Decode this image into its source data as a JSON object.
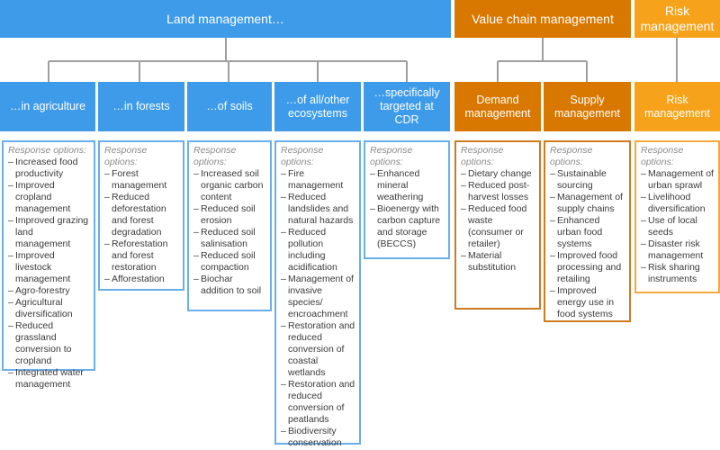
{
  "headers": {
    "land": "Land management…",
    "value_chain": "Value chain management",
    "risk": "Risk management"
  },
  "response_title": "Response options:",
  "columns": [
    {
      "label": "…in agriculture",
      "items": [
        "Increased food productivity",
        "Improved cropland management",
        "Improved grazing land management",
        "Improved livestock management",
        "Agro-forestry",
        "Agricultural diversification",
        "Reduced grassland conversion to cropland",
        "Integrated water management"
      ]
    },
    {
      "label": "…in forests",
      "items": [
        "Forest management",
        "Reduced deforestation and forest degradation",
        "Reforestation and forest restoration",
        "Afforestation"
      ]
    },
    {
      "label": "…of soils",
      "items": [
        "Increased soil organic carbon content",
        "Reduced soil erosion",
        "Reduced soil salinisation",
        "Reduced soil compaction",
        "Biochar addition to soil"
      ]
    },
    {
      "label": "…of all/other ecosystems",
      "items": [
        "Fire management",
        "Reduced landslides and natural hazards",
        "Reduced pollution including acidification",
        "Management of invasive species/ encroachment",
        "Restoration and reduced conversion of coastal wetlands",
        "Restoration and reduced conversion of peatlands",
        "Biodiversity conservation"
      ]
    },
    {
      "label": "…specifically targeted at CDR",
      "items": [
        "Enhanced mineral weathering",
        "Bioenergy with carbon capture and storage (BECCS)"
      ]
    },
    {
      "label": "Demand management",
      "items": [
        "Dietary change",
        "Reduced post-harvest losses",
        "Reduced food waste (consumer or retailer)",
        "Material substitution"
      ]
    },
    {
      "label": "Supply management",
      "items": [
        "Sustainable sourcing",
        "Management of supply chains",
        "Enhanced urban food systems",
        "Improved food processing and retailing",
        "Improved energy use in food systems"
      ]
    },
    {
      "label": "Risk management",
      "items": [
        "Management of urban sprawl",
        "Livelihood diversification",
        "Use of local seeds",
        "Disaster risk management",
        "Risk sharing instruments"
      ]
    }
  ]
}
